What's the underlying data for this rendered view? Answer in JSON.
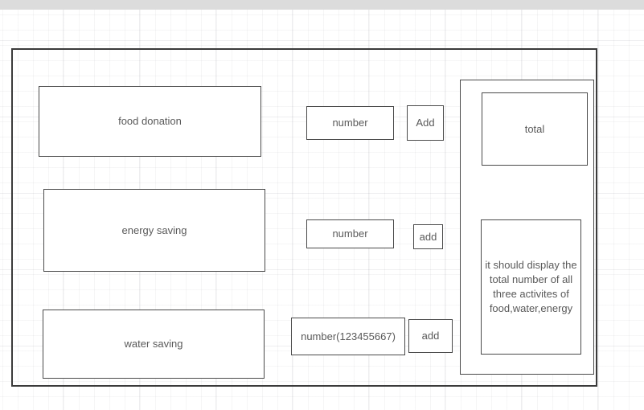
{
  "canvas": {
    "topbar_color": "#dcdcdc",
    "background_color": "#ffffff",
    "grid": "light gray squares, minor every 19px, major every 95px"
  },
  "diagram": {
    "rows": [
      {
        "activity_label": "food donation",
        "input_label": "number",
        "add_label": "Add"
      },
      {
        "activity_label": "energy saving",
        "input_label": "number",
        "add_label": "add"
      },
      {
        "activity_label": "water saving",
        "input_label": "number(123455667)",
        "add_label": "add"
      }
    ],
    "total_panel": {
      "total_label": "total",
      "note_text": "it should display the total number of all three activites of food,water,energy"
    },
    "colors": {
      "outer_border": "#3b3b3b",
      "shape_border": "#4a4a4a",
      "text": "#595959"
    }
  }
}
